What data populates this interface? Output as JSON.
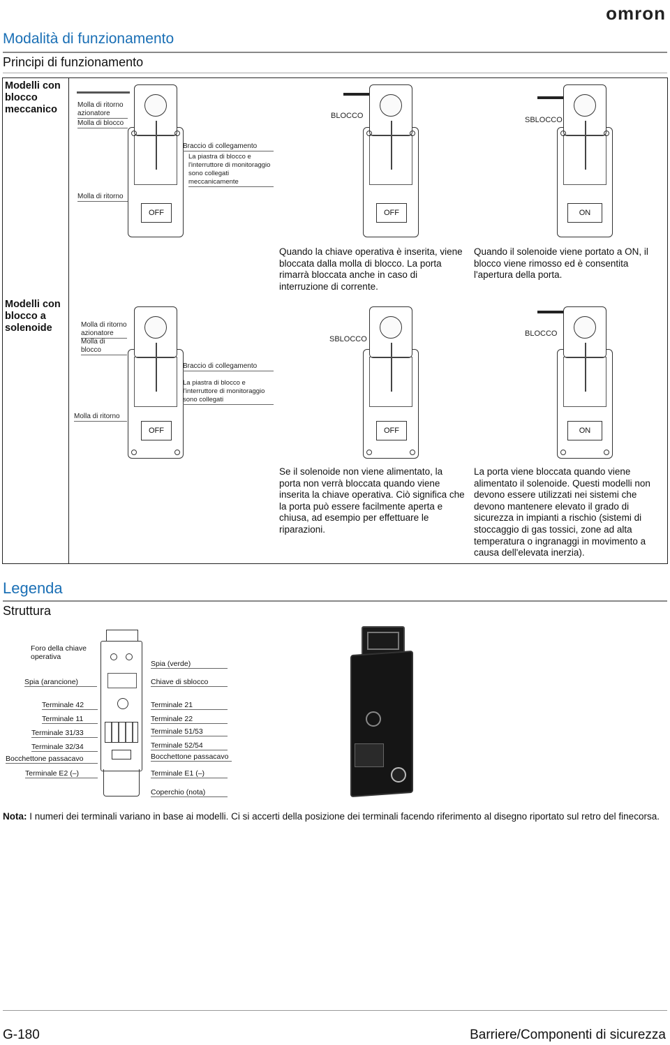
{
  "brand": "omron",
  "title": "Modalità di funzionamento",
  "subtitle": "Principi di funzionamento",
  "rows": {
    "mechanical": "Modelli con blocco meccanico",
    "solenoid": "Modelli con blocco a solenoide"
  },
  "labels": {
    "molla_ritorno_azionatore": "Molla di ritorno azionatore",
    "molla_blocco": "Molla di blocco",
    "braccio": "Braccio di collegamento",
    "piastra_mech": "La piastra di blocco e l'interruttore di monitoraggio sono collegati meccanicamente",
    "piastra_sol": "La piastra di blocco e l'interruttore di monitoraggio sono collegati",
    "molla_ritorno": "Molla di ritorno",
    "blocco": "BLOCCO",
    "sblocco": "SBLOCCO",
    "off": "OFF",
    "on": "ON"
  },
  "descriptions": {
    "mech_lock": "Quando la chiave operativa è inserita, viene bloccata dalla molla di blocco. La porta rimarrà bloccata anche in caso di interruzione di corrente.",
    "mech_unlock": "Quando il solenoide viene portato a ON, il blocco viene rimosso ed è consentita l'apertura della porta.",
    "sol_unlock": "Se il solenoide non viene alimentato, la porta non verrà bloccata quando viene inserita la chiave operativa. Ciò significa che la porta può essere facilmente aperta e chiusa, ad esempio per effettuare le riparazioni.",
    "sol_lock": "La porta viene bloccata quando viene alimentato il solenoide. Questi modelli non devono essere utilizzati nei sistemi che devono mantenere elevato il grado di sicurezza in impianti a rischio (sistemi di stoccaggio di gas tossici, zone ad alta temperatura o ingranaggi in movimento a causa dell'elevata inerzia)."
  },
  "legend": {
    "title": "Legenda",
    "subtitle": "Struttura",
    "left": [
      "Foro della chiave operativa",
      "Spia (arancione)",
      "Terminale 42",
      "Terminale 11",
      "Terminale 31/33",
      "Terminale 32/34",
      "Bocchettone passacavo",
      "Terminale E2 (–)"
    ],
    "right": [
      "Spia (verde)",
      "Chiave di sblocco",
      "Terminale 21",
      "Terminale 22",
      "Terminale 51/53",
      "Terminale 52/54",
      "Bocchettone passacavo",
      "Terminale E1 (–)",
      "Coperchio (nota)"
    ]
  },
  "note": {
    "label": "Nota:",
    "text": "I numeri dei terminali variano in base ai modelli. Ci si accerti della posizione dei terminali facendo riferimento al disegno riportato sul retro del finecorsa."
  },
  "footer": {
    "page": "G-180",
    "section": "Barriere/Componenti di sicurezza"
  }
}
